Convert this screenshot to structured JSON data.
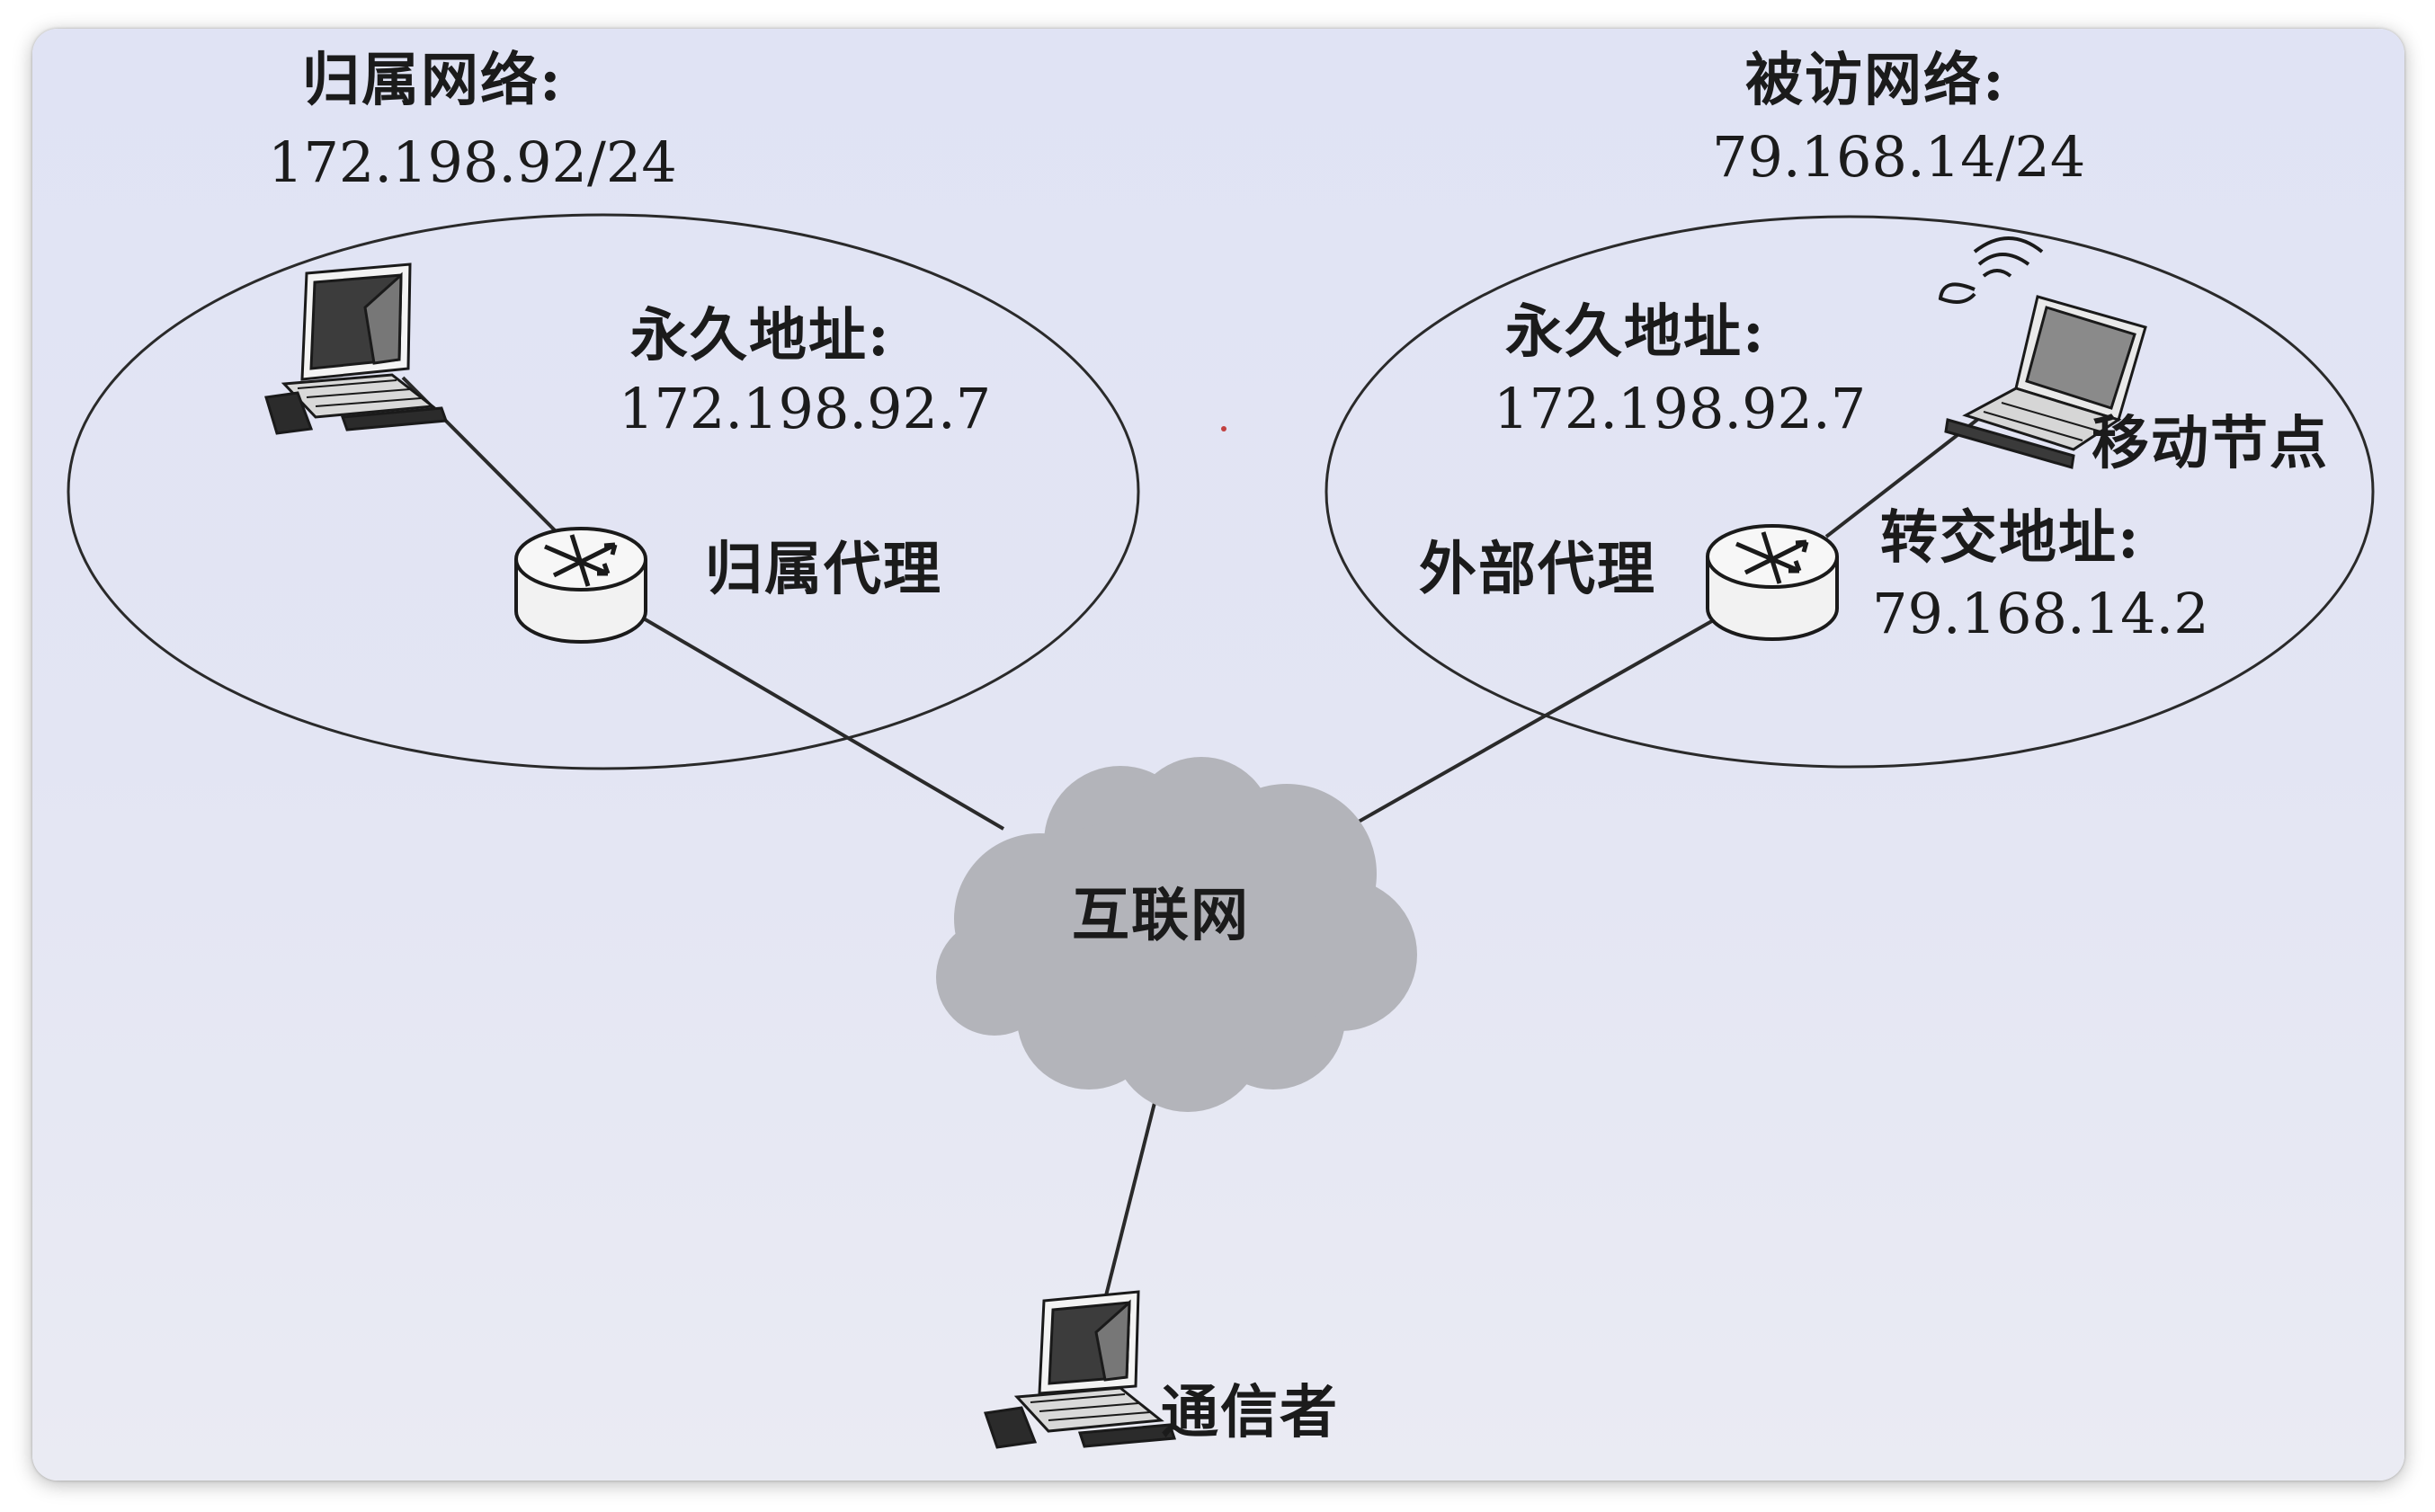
{
  "home_network": {
    "title": "归属网络:",
    "subnet": "172.198.92/24",
    "permanent_address_label": "永久地址:",
    "permanent_address": "172.198.92.7",
    "agent_label": "归属代理"
  },
  "visited_network": {
    "title": "被访网络:",
    "subnet": "79.168.14/24",
    "permanent_address_label": "永久地址:",
    "permanent_address": "172.198.92.7",
    "agent_label": "外部代理",
    "mobile_node_label": "移动节点",
    "care_of_address_label": "转交地址:",
    "care_of_address": "79.168.14.2"
  },
  "internet_label": "互联网",
  "correspondent_label": "通信者",
  "colors": {
    "background": "#e2e4f3",
    "cloud": "#b3b4ba",
    "line": "#2a2a2a"
  }
}
